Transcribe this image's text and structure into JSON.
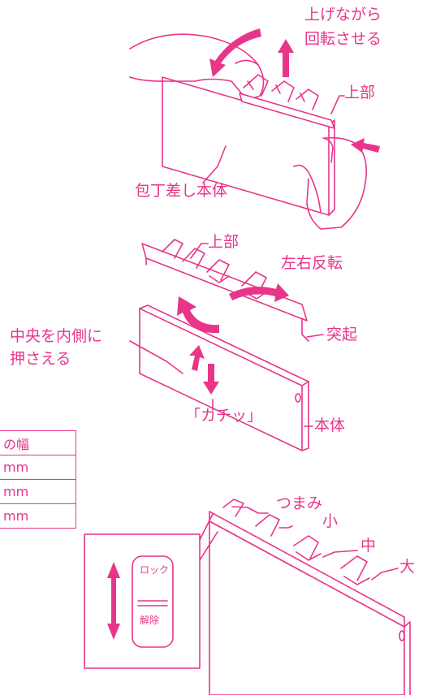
{
  "colors": {
    "accent": "#e8358a",
    "line": "#e8358a",
    "background": "#ffffff"
  },
  "labels": {
    "lift_rotate": [
      "上げながら",
      "回転させる"
    ],
    "top_1": "上部",
    "holder_body": "包丁差し本体",
    "top_2": "上部",
    "flip_lr": "左右反転",
    "press_center": [
      "中央を内側に",
      "押さえる"
    ],
    "protrusion": "突起",
    "click": "「カチッ」",
    "body": "本体",
    "knob": "つまみ",
    "size_small": "小",
    "size_medium": "中",
    "size_large": "大",
    "lock": "ロック",
    "release": "解除"
  },
  "table": {
    "header": "の幅",
    "rows": [
      "mm",
      "mm",
      "mm"
    ]
  }
}
